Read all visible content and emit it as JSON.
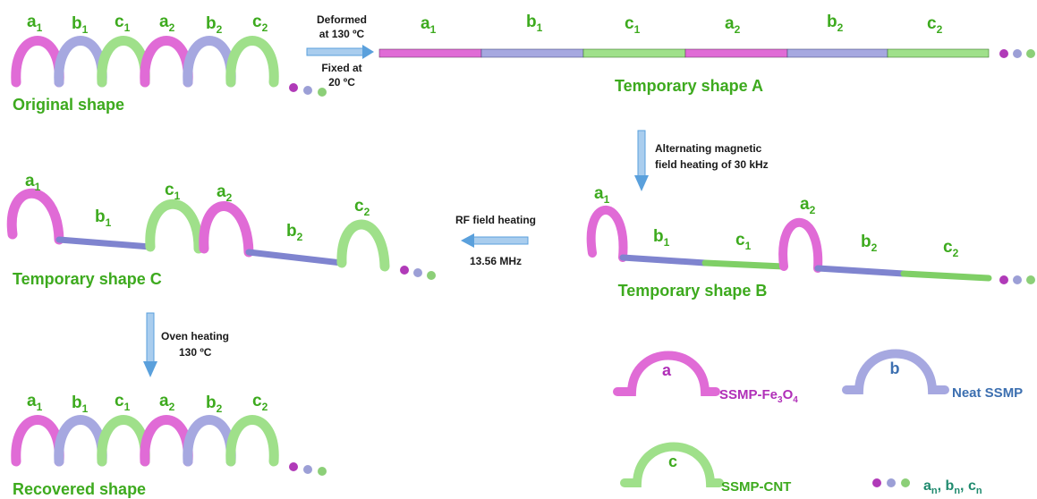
{
  "colors": {
    "a": "#e06bd6",
    "b": "#a6a8e0",
    "c": "#9fe08a",
    "label_green": "#3daa1e",
    "arrow": "#5aa0dc"
  },
  "segment_labels": {
    "a1": {
      "base": "a",
      "sub": "1"
    },
    "b1": {
      "base": "b",
      "sub": "1"
    },
    "c1": {
      "base": "c",
      "sub": "1"
    },
    "a2": {
      "base": "a",
      "sub": "2"
    },
    "b2": {
      "base": "b",
      "sub": "2"
    },
    "c2": {
      "base": "c",
      "sub": "2"
    }
  },
  "shapes": {
    "original": "Original shape",
    "temp_a": "Temporary shape A",
    "temp_b": "Temporary shape B",
    "temp_c": "Temporary shape C",
    "recovered": "Recovered shape"
  },
  "steps": {
    "deform_1": "Deformed",
    "deform_2": "at 130 ºC",
    "fix_1": "Fixed at",
    "fix_2": "20 ºC",
    "mag_1": "Alternating magnetic",
    "mag_2": "field heating of 30 kHz",
    "rf_1": "RF field heating",
    "rf_2": "13.56 MHz",
    "oven_1": "Oven heating",
    "oven_2": "130 ºC"
  },
  "legend": {
    "a_letter": "a",
    "a_name_pre": "SSMP-Fe",
    "a_name_sub1": "3",
    "a_name_mid": "O",
    "a_name_sub2": "4",
    "b_letter": "b",
    "b_name": "Neat SSMP",
    "c_letter": "c",
    "c_name": "SSMP-CNT",
    "n_a": "a",
    "n_b": "b",
    "n_c": "c",
    "n_sub": "n",
    "n_sep": ", "
  }
}
